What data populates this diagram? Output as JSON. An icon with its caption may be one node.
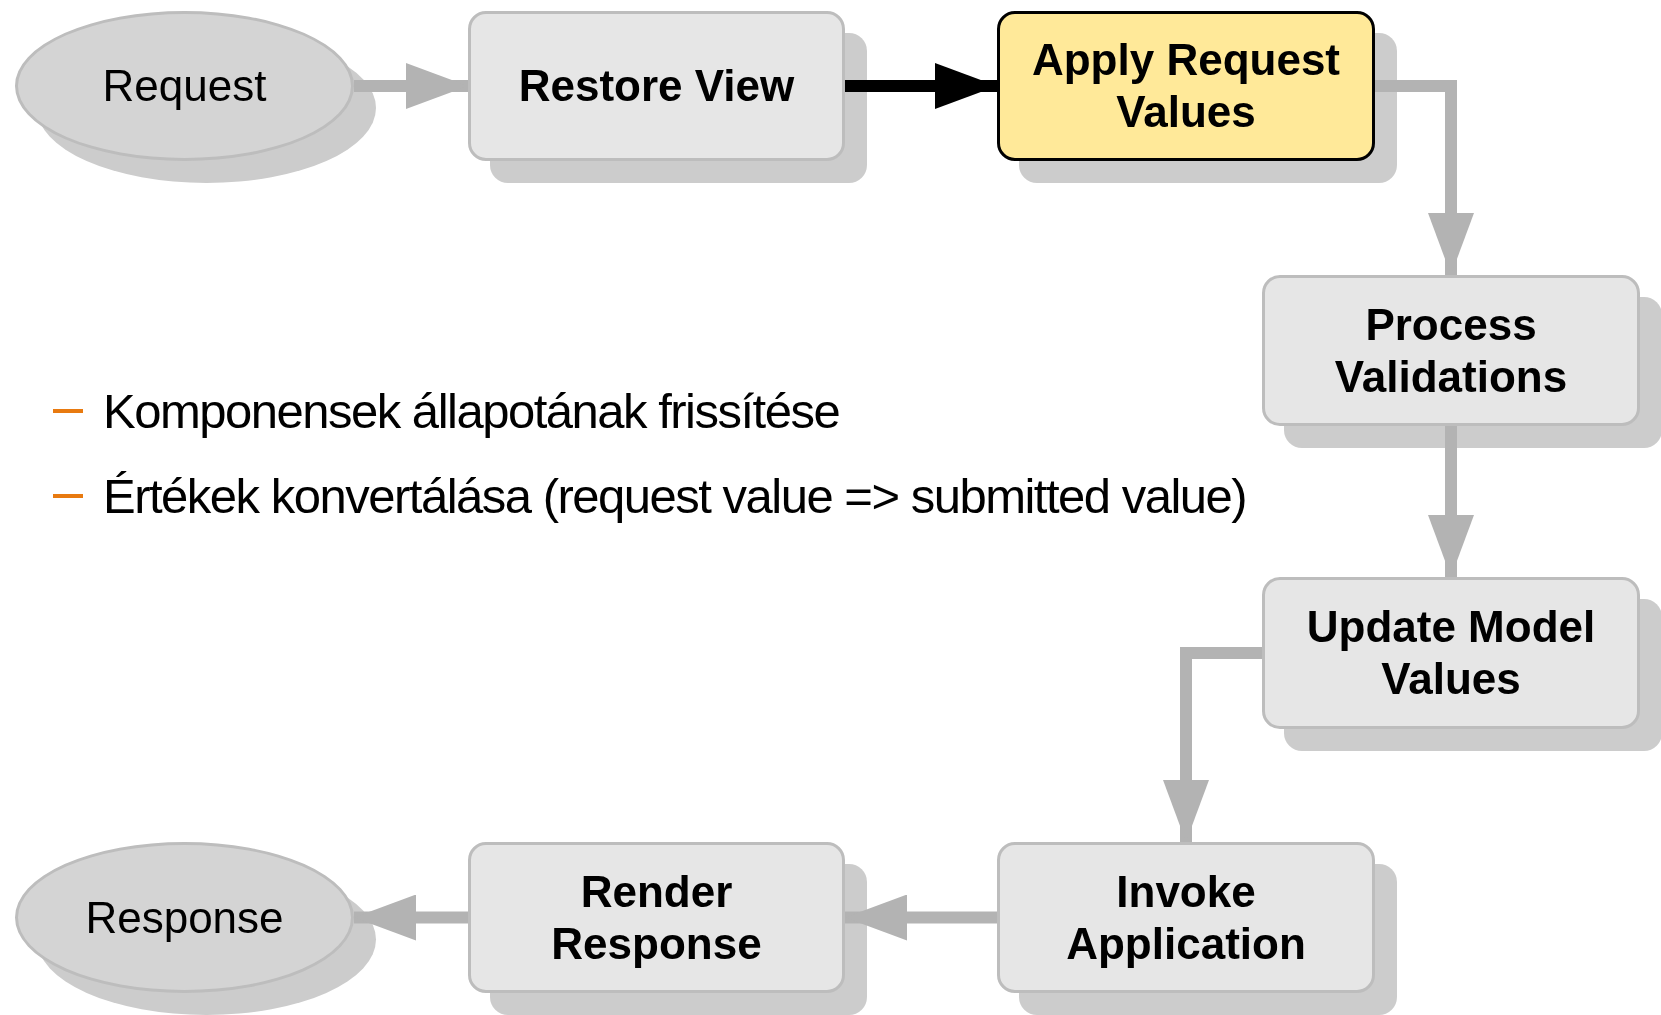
{
  "diagram": {
    "nodes": [
      {
        "text": [
          "Request"
        ]
      },
      {
        "text": [
          "Restore View"
        ]
      },
      {
        "text": [
          "Apply Request Values"
        ]
      },
      {
        "text": [
          "Process Validations"
        ]
      },
      {
        "text": [
          "Update Model Values"
        ]
      },
      {
        "text": [
          "Invoke Application"
        ]
      },
      {
        "text": [
          "Render Response"
        ]
      },
      {
        "text": [
          "Response"
        ]
      }
    ],
    "edges": [
      {
        "from": 0,
        "to": 1,
        "arrow": "to"
      },
      {
        "from": 1,
        "to": 2,
        "arrow": "to",
        "color": "#000000"
      },
      {
        "from": 2,
        "to": 3,
        "arrow": "to"
      },
      {
        "from": 3,
        "to": 4,
        "arrow": "to"
      },
      {
        "from": 4,
        "to": 5,
        "arrow": "to"
      },
      {
        "from": 5,
        "to": 6,
        "arrow": "to"
      },
      {
        "from": 6,
        "to": 7,
        "arrow": "to"
      }
    ],
    "labels": [
      "Komponensek állapotának frissítése",
      "Értékek konvertálása (request value => submitted value)"
    ]
  }
}
